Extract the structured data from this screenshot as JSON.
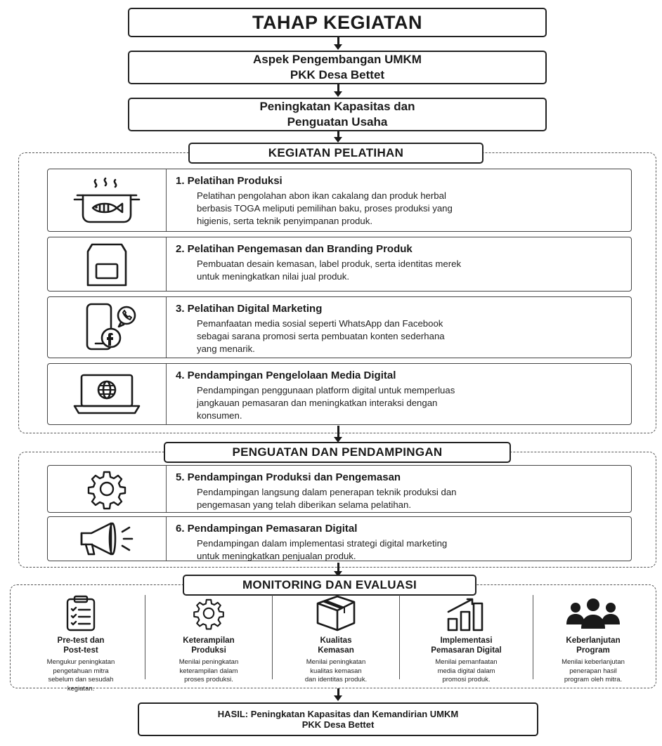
{
  "header": {
    "title": "TAHAP KEGIATAN",
    "aspek_line1": "Aspek Pengembangan UMKM",
    "aspek_line2": "PKK Desa Bettet",
    "peningkatan_line1": "Peningkatan Kapasitas dan",
    "peningkatan_line2": "Penguatan Usaha"
  },
  "pelatihan": {
    "title": "KEGIATAN PELATIHAN",
    "items": [
      {
        "title": "1. Pelatihan Produksi",
        "lines": [
          "Pelatihan pengolahan abon ikan cakalang dan produk herbal",
          "berbasis TOGA meliputi pemilihan baku, proses produksi yang",
          "higienis, serta teknik penyimpanan produk."
        ],
        "icon": "cooking-pot-fish-icon"
      },
      {
        "title": "2. Pelatihan Pengemasan dan Branding Produk",
        "lines": [
          "Pembuatan desain kemasan, label produk, serta identitas merek",
          "untuk meningkatkan nilai jual produk."
        ],
        "icon": "package-bag-icon"
      },
      {
        "title": "3. Pelatihan Digital Marketing",
        "lines": [
          "Pemanfaatan media sosial seperti WhatsApp dan Facebook",
          "sebagai sarana promosi serta pembuatan konten sederhana",
          "yang menarik."
        ],
        "icon": "smartphone-social-icon"
      },
      {
        "title": "4. Pendampingan Pengelolaan Media Digital",
        "lines": [
          "Pendampingan penggunaan platform digital untuk memperluas",
          "jangkauan pemasaran dan meningkatkan interaksi dengan",
          "konsumen."
        ],
        "icon": "laptop-globe-icon"
      }
    ]
  },
  "penguatan": {
    "title": "PENGUATAN DAN PENDAMPINGAN",
    "items": [
      {
        "title": "5. Pendampingan Produksi dan Pengemasan",
        "lines": [
          "Pendampingan langsung dalam penerapan teknik produksi dan",
          "pengemasan yang telah diberikan selama pelatihan."
        ],
        "icon": "gear-icon"
      },
      {
        "title": "6. Pendampingan Pemasaran Digital",
        "lines": [
          "Pendampingan dalam implementasi strategi digital marketing",
          "untuk meningkatkan penjualan produk."
        ],
        "icon": "megaphone-icon"
      }
    ]
  },
  "monitoring": {
    "title": "MONITORING DAN EVALUASI",
    "items": [
      {
        "title": [
          "Pre-test dan",
          "Post-test"
        ],
        "lines": [
          "Mengukur peningkatan",
          "pengetahuan mitra",
          "sebelum dan sesudah",
          "kegiatan."
        ],
        "icon": "clipboard-checklist-icon"
      },
      {
        "title": [
          "Keterampilan",
          "Produksi"
        ],
        "lines": [
          "Menilai peningkatan",
          "keterampilan dalam",
          "proses produksi."
        ],
        "icon": "gear-icon"
      },
      {
        "title": [
          "Kualitas",
          "Kemasan"
        ],
        "lines": [
          "Menilai peningkatan",
          "kualitas kemasan",
          "dan identitas produk."
        ],
        "icon": "box-icon"
      },
      {
        "title": [
          "Implementasi",
          "Pemasaran Digital"
        ],
        "lines": [
          "Menilai pemanfaatan",
          "media digital dalam",
          "promosi produk."
        ],
        "icon": "bar-growth-icon"
      },
      {
        "title": [
          "Keberlanjutan",
          "Program"
        ],
        "lines": [
          "Menilai keberlanjutan",
          "penerapan hasil",
          "program oleh mitra."
        ],
        "icon": "people-group-icon"
      }
    ]
  },
  "result": {
    "line1": "HASIL: Peningkatan Kapasitas dan Kemandirian UMKM",
    "line2": "PKK Desa Bettet"
  }
}
